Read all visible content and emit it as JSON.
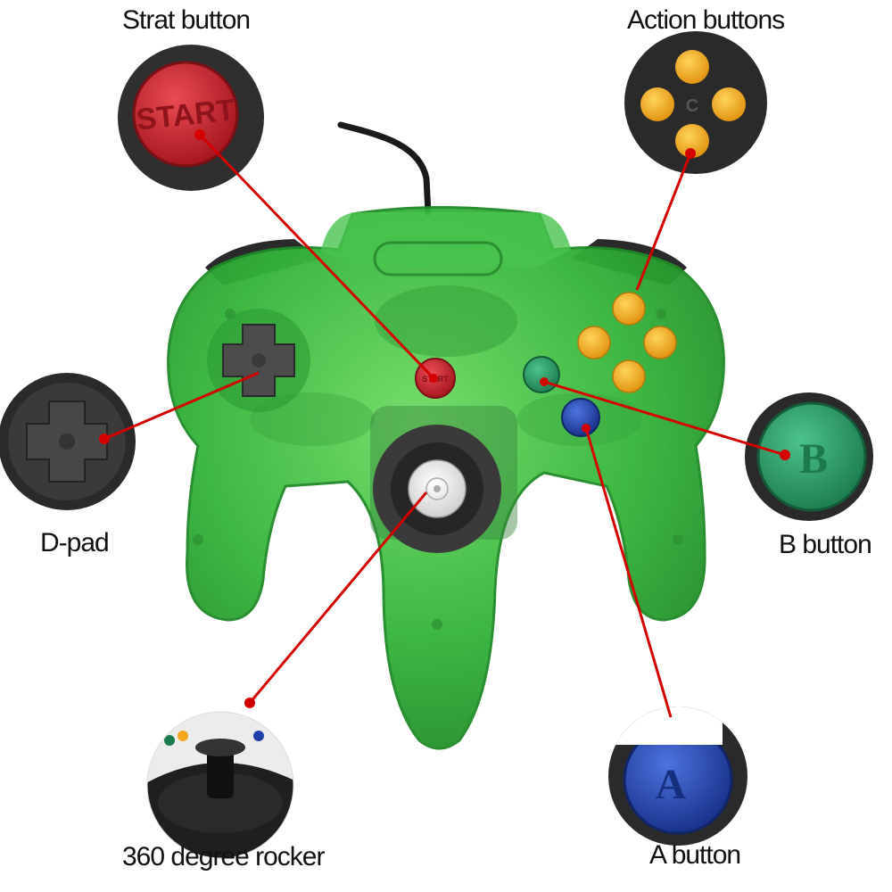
{
  "labels": {
    "start_button": "Strat button",
    "action_buttons": "Action buttons",
    "d_pad": "D-pad",
    "b_button": "B button",
    "rocker": "360 degree rocker",
    "a_button": "A button"
  },
  "button_text": {
    "start": "START",
    "b": "B",
    "a": "A",
    "c": "C"
  },
  "colors": {
    "controller_green": "#33b83a",
    "start_red": "#c8202a",
    "action_yellow": "#f2a71e",
    "b_green": "#27925e",
    "a_blue": "#1f3fa8",
    "pointer_red": "#d40000",
    "bezel_dark": "#2e2e2e"
  }
}
